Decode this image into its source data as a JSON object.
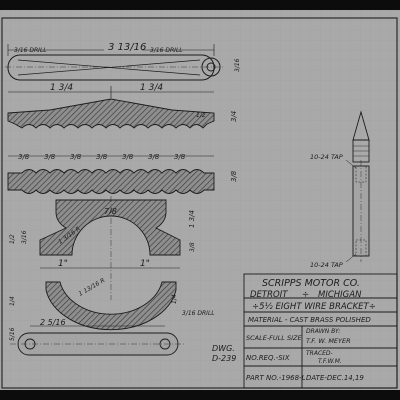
{
  "dims": {
    "overall_length": "3 13/16",
    "drill_left": "3/16 DRILL",
    "drill_right": "3/16 DRILL",
    "half_left": "1 3/4",
    "half_right": "1 3/4",
    "top_right_vert": "3/16",
    "comb_right_top": "1/2",
    "comb_right_vert": "3/4",
    "pitches": [
      "3/8",
      "3/8",
      "3/8",
      "3/8",
      "3/8",
      "3/8",
      "3/8"
    ],
    "wave_right_vert": "3/8",
    "clamp_center": "7/8",
    "clamp_left_a": "1/2",
    "clamp_left_b": "3/16",
    "clamp_radius": "1 3/16 R",
    "clamp_right_vert": "1 3/4",
    "clamp_right_b": "3/8",
    "half_span_left": "1\"",
    "half_span_right": "1\"",
    "bottom_radius": "1 13/16 R",
    "bottom_left_a": "1/4",
    "bottom_left_b": "5/16",
    "bottom_right_a": "1/4",
    "bottom_span": "2 5/16",
    "bottom_drill": "3/16 DRILL",
    "tap_top": "10-24 TAP",
    "tap_bottom": "10-24 TAP"
  },
  "dwg": {
    "label": "DWG.",
    "number": "D-239"
  },
  "title_block": {
    "company": "SCRIPPS MOTOR CO.",
    "city": "DETROIT",
    "sep": "÷",
    "state": "MICHIGAN",
    "part_name": "÷5½ EIGHT WIRE BRACKET÷",
    "material": "MATERIAL - CAST BRASS POLISHED",
    "scale": "SCALE-FULL SIZE",
    "drawn_label": "DRAWN BY:",
    "drawn_by": "T.F. W. MEYER",
    "no_req": "NO.REQ.-SIX",
    "traced_label": "TRACED-",
    "traced_by": "T.F.W.M.",
    "part_no": "PART NO.-1968-L",
    "date": "DATE-DEC.14,19"
  }
}
